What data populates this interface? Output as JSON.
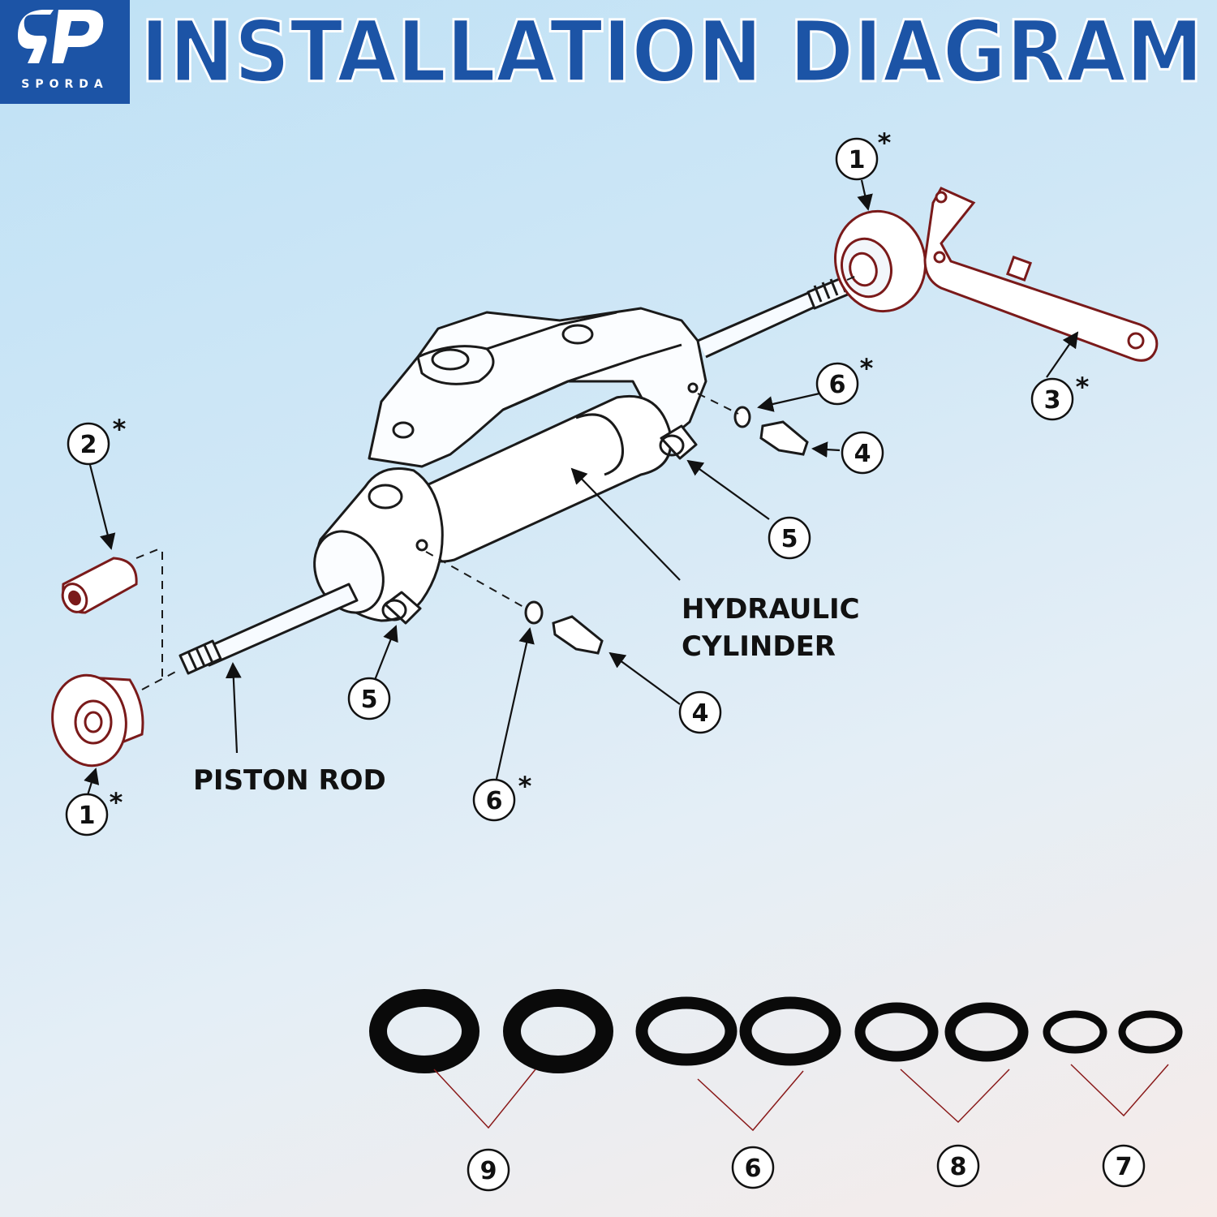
{
  "header": {
    "logo_mark": "SP",
    "logo_word": "SPORDA",
    "title": "INSTALLATION DIAGRAM",
    "brand_color": "#1c54a6"
  },
  "labels": {
    "hydraulic_line1": "HYDRAULIC",
    "hydraulic_line2": "CYLINDER",
    "piston_rod": "PISTON ROD"
  },
  "callouts": [
    {
      "id": "c1-top",
      "number": "1",
      "star": "*"
    },
    {
      "id": "c1-bottom",
      "number": "1",
      "star": "*"
    },
    {
      "id": "c2",
      "number": "2",
      "star": "*"
    },
    {
      "id": "c3",
      "number": "3",
      "star": "*"
    },
    {
      "id": "c4-right",
      "number": "4",
      "star": ""
    },
    {
      "id": "c4-bottom",
      "number": "4",
      "star": ""
    },
    {
      "id": "c5-right",
      "number": "5",
      "star": ""
    },
    {
      "id": "c5-left",
      "number": "5",
      "star": ""
    },
    {
      "id": "c6-right",
      "number": "6",
      "star": "*"
    },
    {
      "id": "c6-bottom",
      "number": "6",
      "star": "*"
    }
  ],
  "oring_groups": [
    {
      "number": "9"
    },
    {
      "number": "6"
    },
    {
      "number": "8"
    },
    {
      "number": "7"
    }
  ]
}
